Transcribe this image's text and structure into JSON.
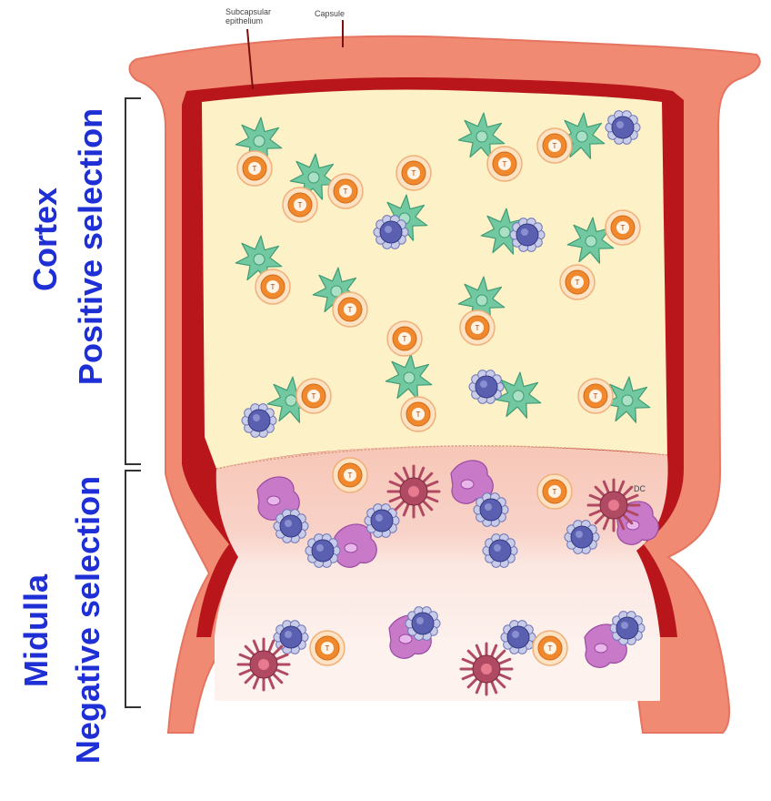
{
  "labels": {
    "subcapsular": [
      "Subcapsular",
      "epithelium"
    ],
    "capsule": "Capsule",
    "dc": "DC",
    "t": "T"
  },
  "side_labels": {
    "cortex": "Cortex",
    "positive_selection": "Positive  selection",
    "medulla": "Midulla",
    "negative_selection": "Negative  selection"
  },
  "colors": {
    "capsule": "#f08a72",
    "capsule_edge": "#e57460",
    "subcapsular": "#b8161b",
    "cortex_fill": "#fdf1c8",
    "medulla_fill": "#f7c7b7",
    "t_cell": "#f0892d",
    "epithelial": "#72c8a0",
    "thymocyte": "#5a5fb0",
    "macrophage": "#c87ac8",
    "dendritic": "#b04a62",
    "label_blue": "#1f2fd6"
  }
}
